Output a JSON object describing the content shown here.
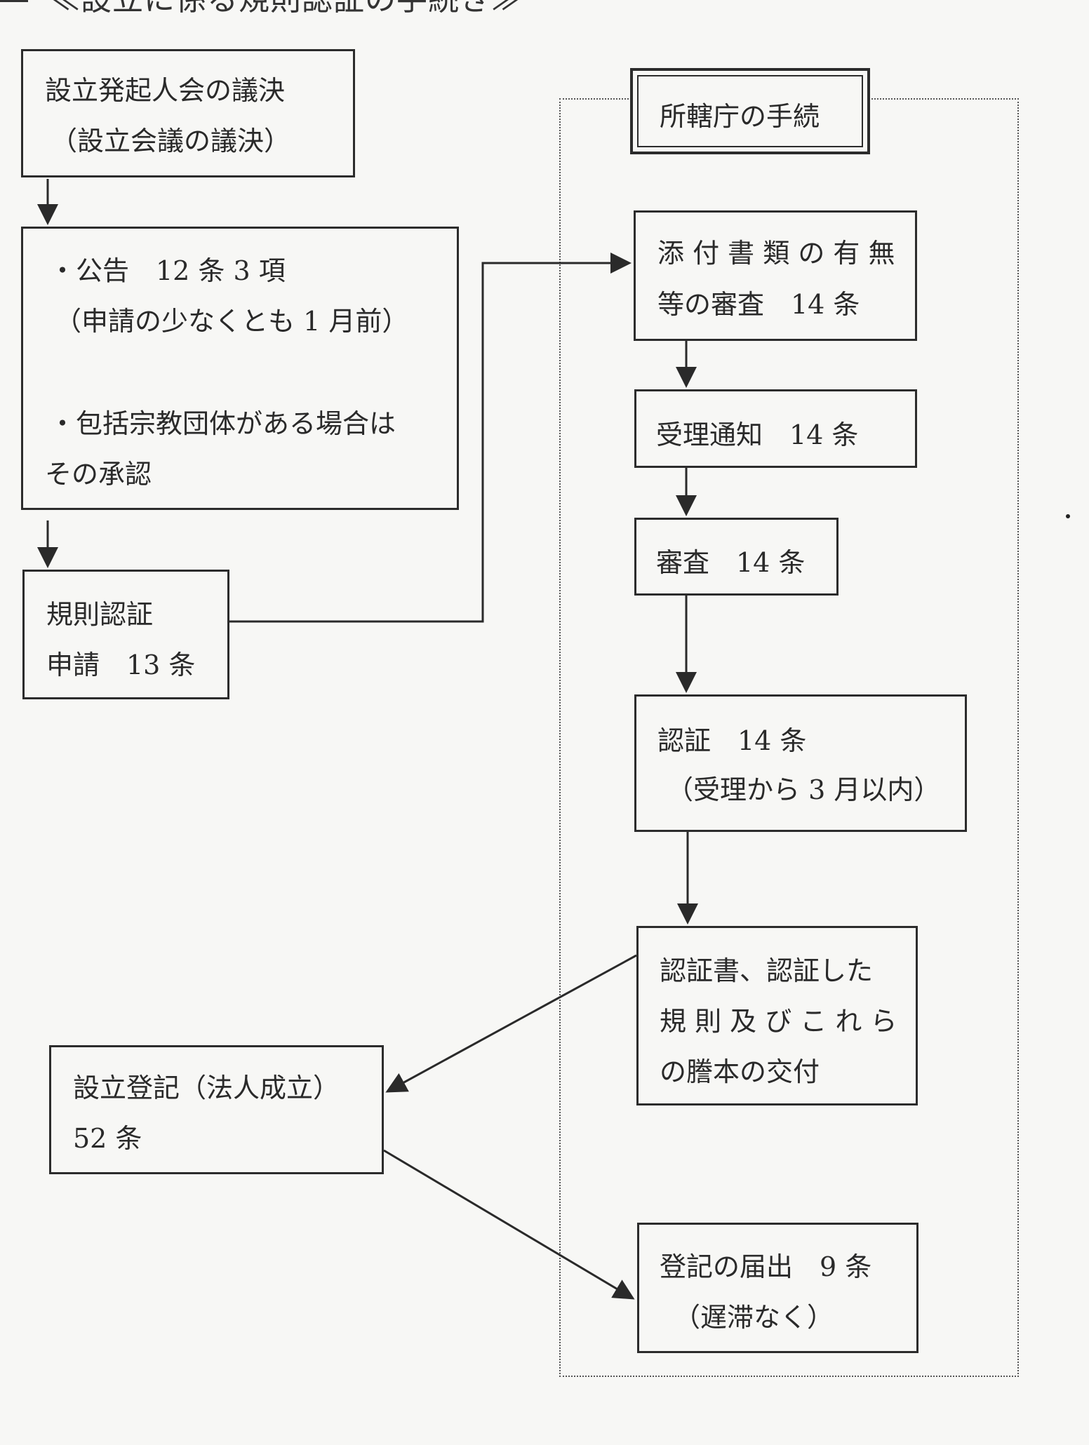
{
  "title": "≪設立に係る規則認証の手続き≫",
  "agency": {
    "label": "所轄庁の手続"
  },
  "nodes": {
    "founding_resolution": {
      "line1": "設立発起人会の議決",
      "line2": "（設立会議の議決）"
    },
    "notice": {
      "line1": "・公告　12 条 3 項",
      "line2": "（申請の少なくとも 1 月前）",
      "line3": "・包括宗教団体がある場合は",
      "line4": "その承認"
    },
    "application": {
      "line1": "規則認証",
      "line2": "申請　13 条"
    },
    "document_review": {
      "line1": "添 付 書 類 の 有 無",
      "line2": "等の審査　14 条"
    },
    "receipt_notice": {
      "line1": "受理通知　14 条"
    },
    "review": {
      "line1": "審査　14 条"
    },
    "certification": {
      "line1": "認証　14 条",
      "line2": "（受理から 3 月以内）"
    },
    "delivery": {
      "line1": "認証書、認証した",
      "line2": "規 則 及 び こ れ ら",
      "line3": "の謄本の交付"
    },
    "registration": {
      "line1": "設立登記（法人成立）",
      "line2": "52 条"
    },
    "filing": {
      "line1": "登記の届出　9 条",
      "line2": "（遅滞なく）"
    }
  }
}
